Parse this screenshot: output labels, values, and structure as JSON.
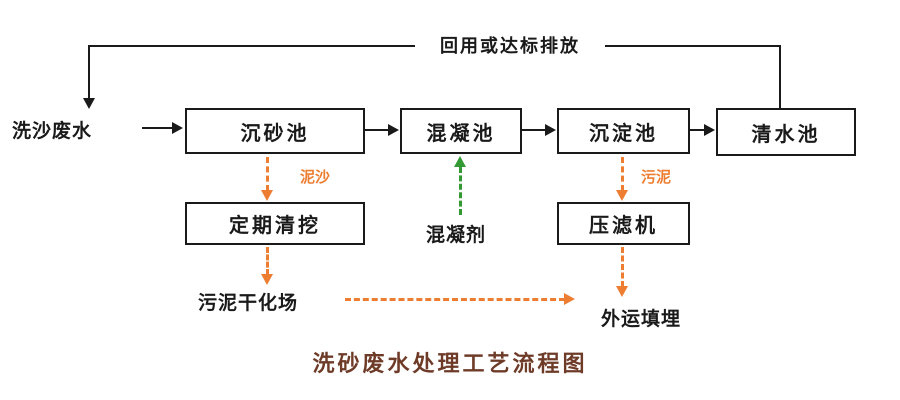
{
  "title": "洗砂废水处理工艺流程图",
  "top_label": "回用或达标排放",
  "input_label": "洗沙废水",
  "boxes": {
    "grit": "沉砂池",
    "coagulation": "混凝池",
    "sedimentation": "沉淀池",
    "clean": "清水池",
    "dredge": "定期清挖",
    "press": "压滤机"
  },
  "labels": {
    "sediment": "泥沙",
    "sludge": "污泥",
    "coagulant": "混凝剂",
    "drying": "污泥干化场",
    "landfill": "外运填埋"
  },
  "colors": {
    "line_black": "#1a1a1a",
    "dashed_orange": "#ED7D31",
    "dashed_green": "#339933",
    "title_color": "#6e3b28",
    "background": "#ffffff"
  }
}
